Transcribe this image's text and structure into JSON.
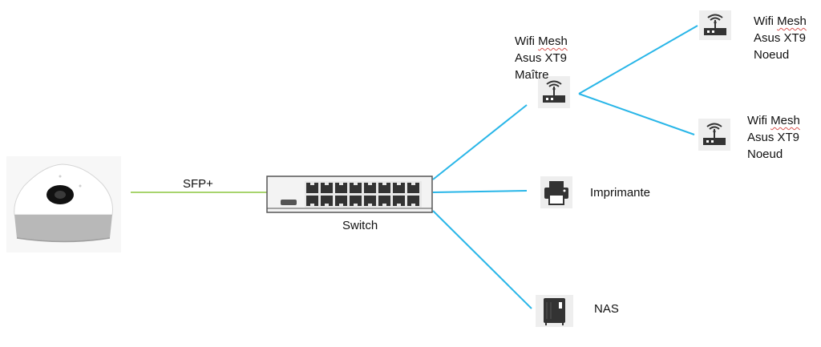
{
  "colors": {
    "link_blue": "#29b6e8",
    "link_green": "#8cc63f",
    "icon_dark": "#333333",
    "spellcheck": "#d9534f"
  },
  "devices": {
    "box": {
      "icon": "internet-box-icon"
    },
    "switch": {
      "label": "Switch",
      "icon": "network-switch-icon"
    },
    "router_master": {
      "line1_a": "Wifi ",
      "line1_b": "Mesh",
      "line2": "Asus XT9",
      "line3": "Maître",
      "icon": "wifi-router-icon"
    },
    "router_node_1": {
      "line1_a": "Wifi ",
      "line1_b": "Mesh",
      "line2": "Asus XT9",
      "line3": "Noeud",
      "icon": "wifi-router-icon"
    },
    "router_node_2": {
      "line1_a": "Wifi ",
      "line1_b": "Mesh",
      "line2": "Asus XT9",
      "line3": "Noeud",
      "icon": "wifi-router-icon"
    },
    "printer": {
      "label": "Imprimante",
      "icon": "printer-icon"
    },
    "nas": {
      "label": "NAS",
      "icon": "nas-icon"
    }
  },
  "links": {
    "sfp_label": "SFP+"
  }
}
